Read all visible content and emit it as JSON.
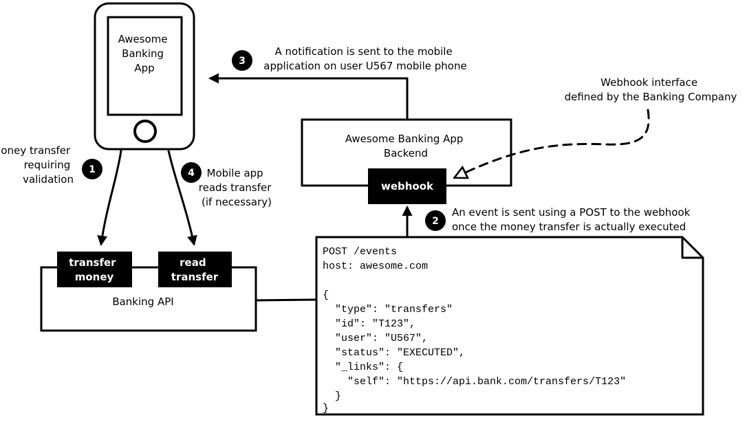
{
  "phone": {
    "screen_lines": [
      "Awesome",
      "Banking",
      "App"
    ]
  },
  "backend": {
    "title_lines": [
      "Awesome Banking App",
      "Backend"
    ],
    "webhook_label": "webhook"
  },
  "banking_api": {
    "label": "Banking API",
    "transfer_money_lines": [
      "transfer",
      "money"
    ],
    "read_transfer_lines": [
      "read",
      "transfer"
    ]
  },
  "steps": {
    "step1": {
      "number": "1",
      "lines": [
        "Money transfer",
        "requiring",
        "validation"
      ]
    },
    "step2": {
      "number": "2",
      "lines": [
        "An event is sent using a POST to the webhook",
        "once the money transfer is actually executed"
      ]
    },
    "step3": {
      "number": "3",
      "lines": [
        "A notification is sent to the mobile",
        "application on user U567 mobile phone"
      ]
    },
    "step4": {
      "number": "4",
      "lines": [
        "Mobile app",
        "reads transfer",
        "(if necessary)"
      ]
    }
  },
  "webhook_note": {
    "lines": [
      "Webhook interface",
      "defined by the Banking Company"
    ]
  },
  "request": {
    "lines": [
      "POST /events",
      "host: awesome.com",
      "",
      "{",
      "  \"type\": \"transfers\"",
      "  \"id\": \"T123\",",
      "  \"user\": \"U567\",",
      "  \"status\": \"EXECUTED\",",
      "  \"_links\": {",
      "    \"self\": \"https://api.bank.com/transfers/T123\"",
      "  }",
      "}"
    ]
  }
}
